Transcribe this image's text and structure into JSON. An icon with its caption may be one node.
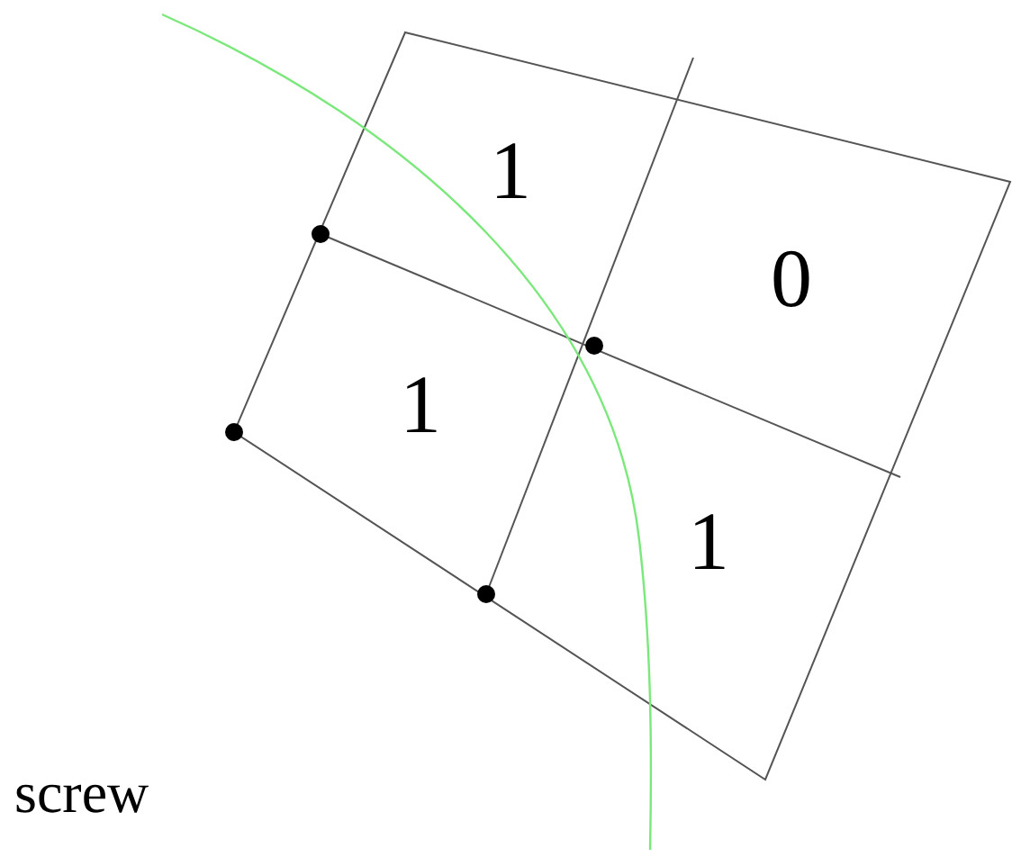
{
  "diagram": {
    "labels": [
      "1",
      "0",
      "1",
      "1",
      "screw"
    ]
  }
}
